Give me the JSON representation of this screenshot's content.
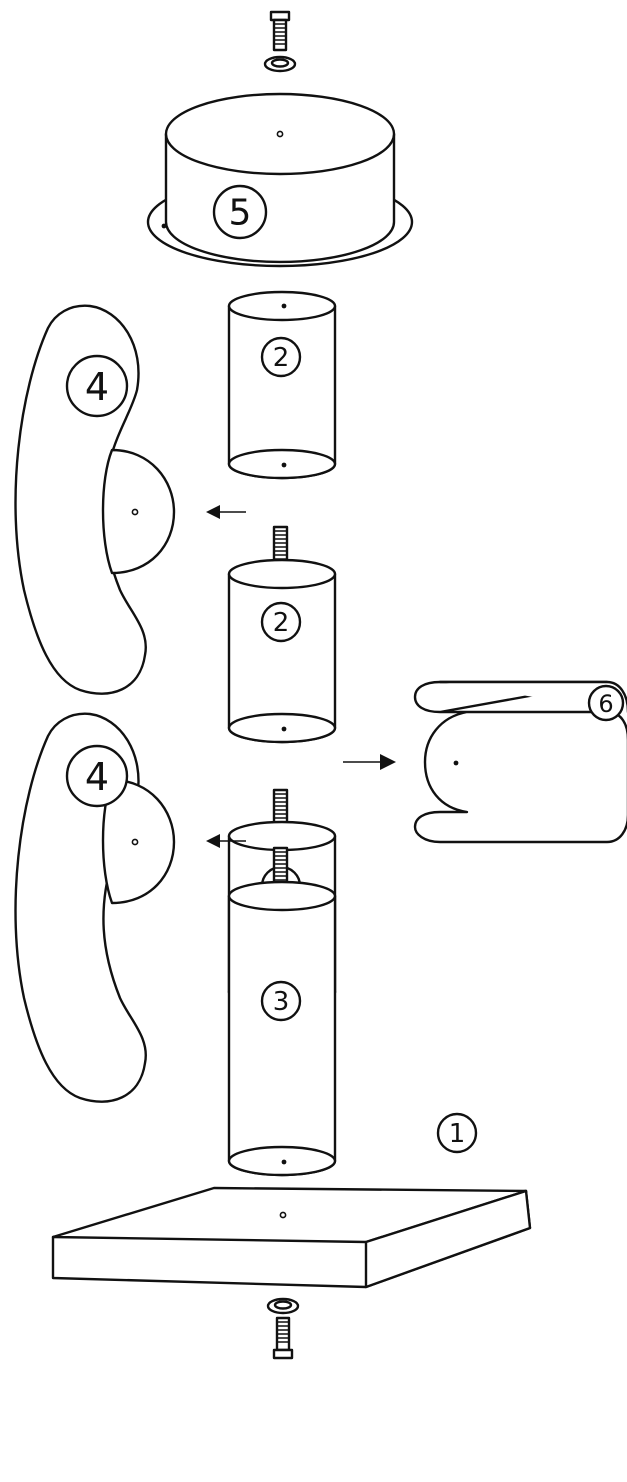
{
  "labels": {
    "base": "1",
    "tube_upper": "2",
    "tube_middle": "2",
    "tube_lower": "2",
    "tube_bottom": "3",
    "bracket_upper": "4",
    "bracket_lower": "4",
    "top_cap": "5",
    "side_bracket": "6"
  },
  "colors": {
    "line": "#111111",
    "background": "#ffffff"
  }
}
